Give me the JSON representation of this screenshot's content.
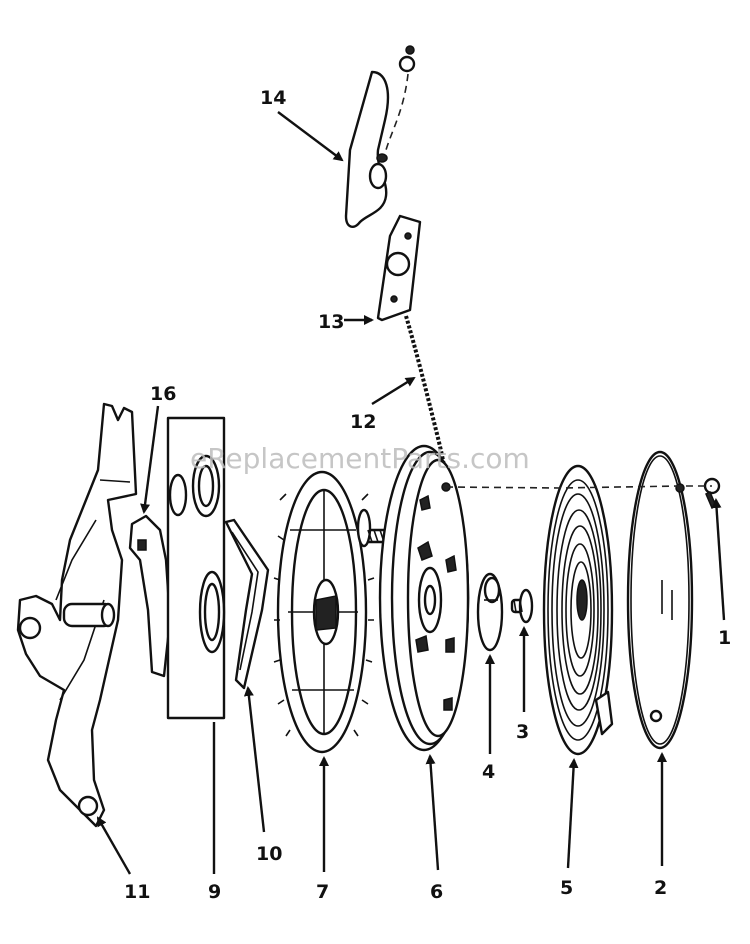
{
  "watermark": "eReplacementParts.com",
  "callouts": [
    {
      "id": "1",
      "label": "1"
    },
    {
      "id": "2",
      "label": "2"
    },
    {
      "id": "3",
      "label": "3"
    },
    {
      "id": "4",
      "label": "4"
    },
    {
      "id": "5",
      "label": "5"
    },
    {
      "id": "6",
      "label": "6"
    },
    {
      "id": "7",
      "label": "7"
    },
    {
      "id": "9",
      "label": "9"
    },
    {
      "id": "10",
      "label": "10"
    },
    {
      "id": "11",
      "label": "11"
    },
    {
      "id": "12",
      "label": "12"
    },
    {
      "id": "13",
      "label": "13"
    },
    {
      "id": "14",
      "label": "14"
    },
    {
      "id": "16",
      "label": "16"
    }
  ],
  "colors": {
    "ink": "#111111",
    "watermark": "#bdbdbd",
    "background": "#ffffff"
  }
}
